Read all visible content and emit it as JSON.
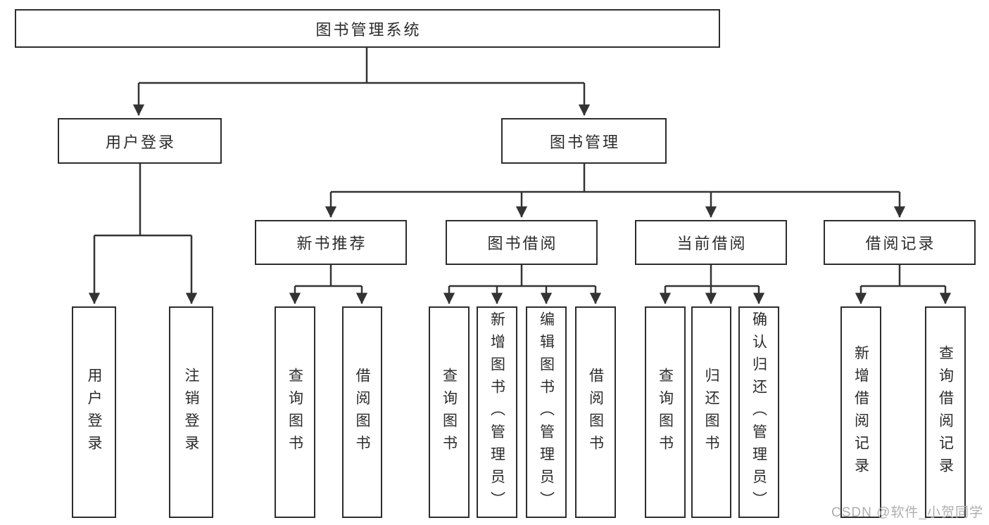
{
  "diagram": {
    "root": {
      "label": "图书管理系统"
    },
    "branches": [
      {
        "label": "用户登录",
        "children": [
          {
            "label": "用户登录"
          },
          {
            "label": "注销登录"
          }
        ]
      },
      {
        "label": "图书管理",
        "children": [
          {
            "label": "新书推荐",
            "children": [
              {
                "label": "查询图书"
              },
              {
                "label": "借阅图书"
              }
            ]
          },
          {
            "label": "图书借阅",
            "children": [
              {
                "label": "查询图书"
              },
              {
                "label": "新增图书（管理员）"
              },
              {
                "label": "编辑图书（管理员）"
              },
              {
                "label": "借阅图书"
              }
            ]
          },
          {
            "label": "当前借阅",
            "children": [
              {
                "label": "查询图书"
              },
              {
                "label": "归还图书"
              },
              {
                "label": "确认归还（管理员）"
              }
            ]
          },
          {
            "label": "借阅记录",
            "children": [
              {
                "label": "新增借阅记录"
              },
              {
                "label": "查询借阅记录"
              }
            ]
          }
        ]
      }
    ]
  },
  "watermark": {
    "text": "CSDN @软件_小贺同学"
  },
  "colors": {
    "background": "#ffffff",
    "line": "#333333",
    "box_border": "#2d2d2d",
    "text": "#2b2b2b",
    "watermark": "#aeaeae"
  }
}
